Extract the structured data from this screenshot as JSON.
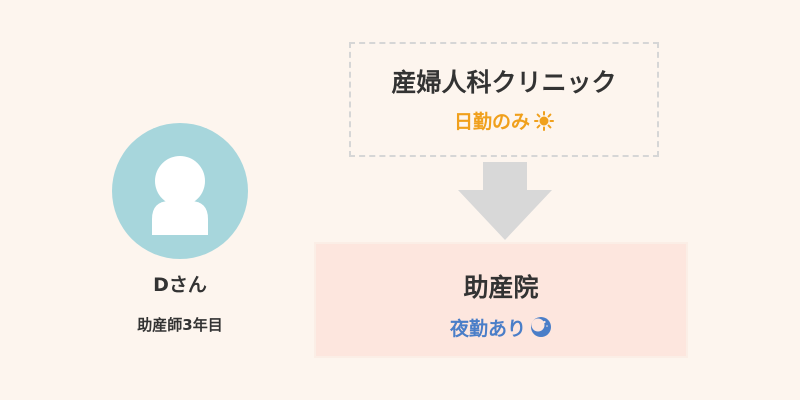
{
  "person": {
    "name": "Dさん",
    "role": "助産師3年目"
  },
  "from_box": {
    "title": "産婦人科クリニック",
    "subtitle": "日勤のみ",
    "icon": "sun-icon"
  },
  "to_box": {
    "title": "助産院",
    "subtitle": "夜勤あり",
    "icon": "moon-icon"
  },
  "colors": {
    "background": "#fdf5ee",
    "avatar": "#a7d6dc",
    "day_shift": "#f0a01c",
    "night_shift": "#4a7ec8",
    "to_box_fill": "#fde6de",
    "arrow": "#d8d8d8"
  }
}
